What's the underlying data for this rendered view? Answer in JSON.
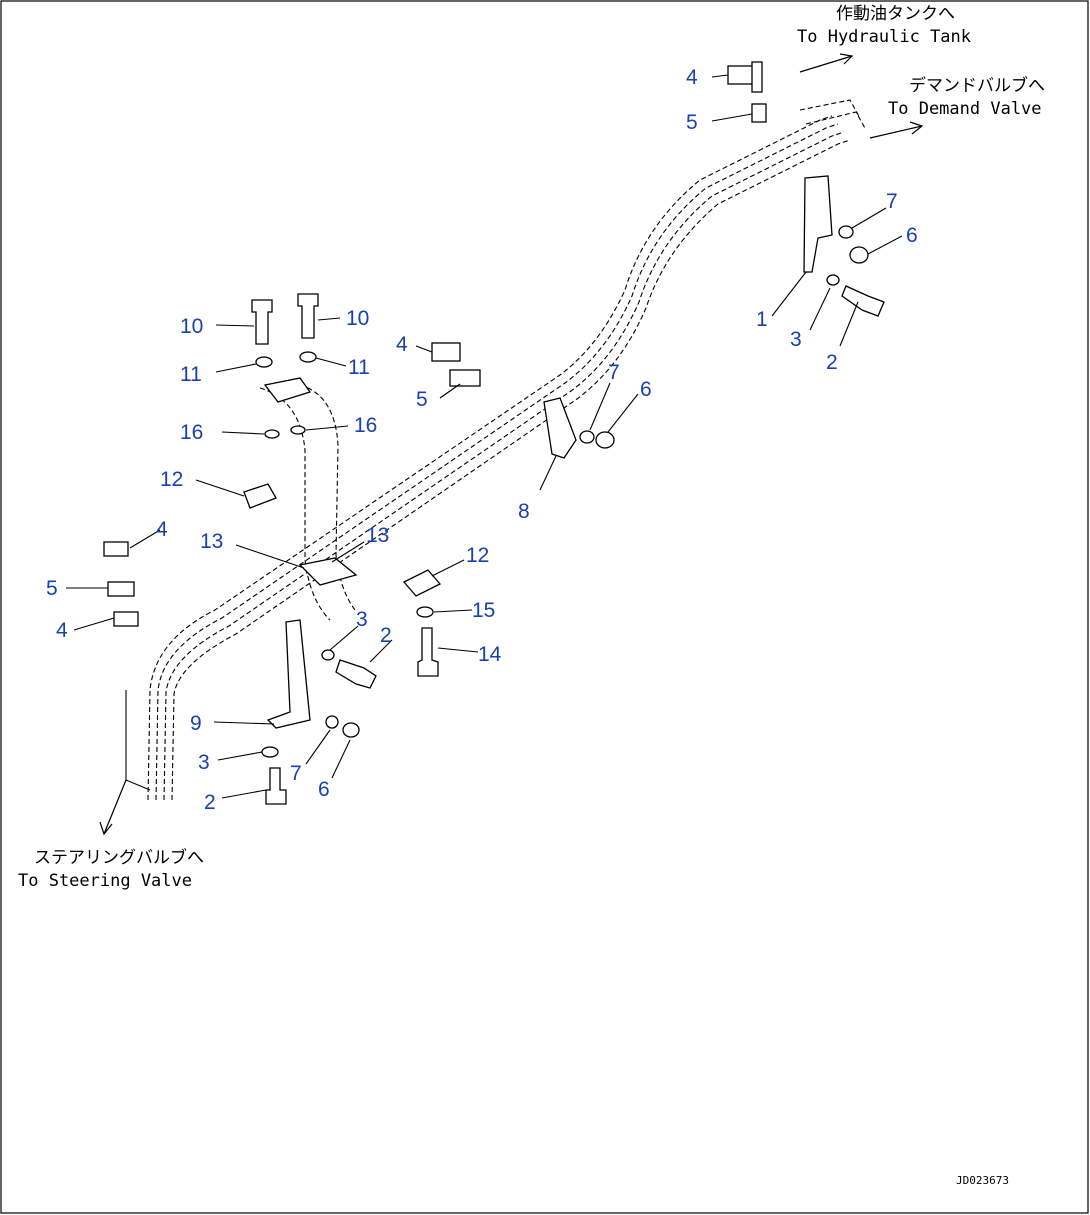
{
  "destinations": {
    "hydraulic_tank_jp": "作動油タンクへ",
    "hydraulic_tank_en": "To Hydraulic Tank",
    "demand_valve_jp": "デマンドバルブへ",
    "demand_valve_en": "To Demand Valve",
    "steering_valve_jp": "ステアリングバルブへ",
    "steering_valve_en": "To Steering Valve"
  },
  "callouts": {
    "c4a": "4",
    "c5a": "5",
    "c7a": "7",
    "c6a": "6",
    "c1": "1",
    "c3a": "3",
    "c2a": "2",
    "c10a": "10",
    "c10b": "10",
    "c11a": "11",
    "c11b": "11",
    "c16a": "16",
    "c16b": "16",
    "c4b": "4",
    "c5b": "5",
    "c7b": "7",
    "c6b": "6",
    "c8": "8",
    "c12a": "12",
    "c4c": "4",
    "c5c": "5",
    "c4d": "4",
    "c13a": "13",
    "c13b": "13",
    "c12b": "12",
    "c15": "15",
    "c3b": "3",
    "c2b": "2",
    "c14": "14",
    "c9": "9",
    "c3c": "3",
    "c7c": "7",
    "c6c": "6",
    "c2c": "2"
  },
  "drawing_number": "JD023673"
}
